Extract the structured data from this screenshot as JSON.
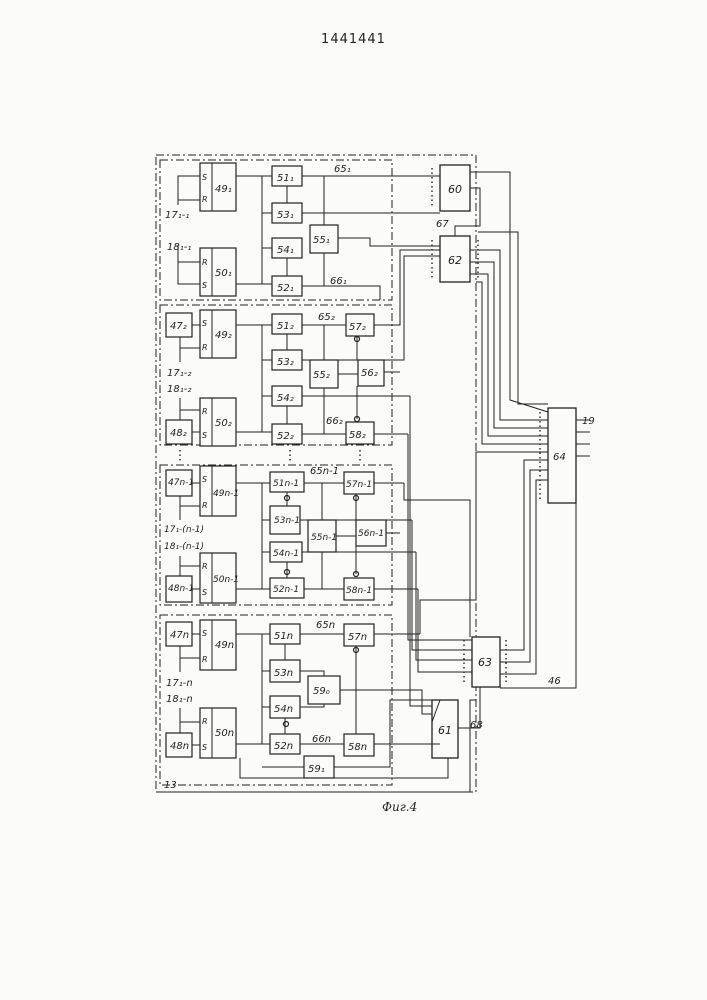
{
  "patent_number": "1441441",
  "figure_caption": "Фиг.4",
  "frame_label": "13",
  "stages": {
    "first": {
      "sync_in": "17₁-₁",
      "reset_in": "18₁-₁",
      "trigger_a": "49₁",
      "trigger_b": "50₁",
      "b51": "51₁",
      "b52": "52₁",
      "b53": "53₁",
      "b54": "54₁",
      "b55": "55₁",
      "line_a": "65₁",
      "line_b": "66₁"
    },
    "second": {
      "sync_in": "17₁-₂",
      "reset_in": "18₁-₂",
      "b47": "47₂",
      "b48": "48₂",
      "trigger_a": "49₂",
      "trigger_b": "50₂",
      "b51": "51₂",
      "b52": "52₂",
      "b53": "53₂",
      "b54": "54₂",
      "b55": "55₂",
      "b56": "56₂",
      "b57": "57₂",
      "b58": "58₂",
      "line_a": "65₂",
      "line_b": "66₂"
    },
    "penultimate": {
      "sync_in": "17₁-(n-1)",
      "reset_in": "18₁-(n-1)",
      "b47": "47n-1",
      "b48": "48n-1",
      "trigger_a": "49n-1",
      "trigger_b": "50n-1",
      "b51": "51n-1",
      "b52": "52n-1",
      "b53": "53n-1",
      "b54": "54n-1",
      "b55": "55n-1",
      "b56": "56n-1",
      "b57": "57n-1",
      "b58": "58n-1",
      "line_a": "65n-1"
    },
    "last": {
      "sync_in": "17₁-n",
      "reset_in": "18₁-n",
      "b47": "47n",
      "b48": "48n",
      "trigger_a": "49n",
      "trigger_b": "50n",
      "b51": "51n",
      "b52": "52n",
      "b53": "53n",
      "b54": "54n",
      "b57": "57n",
      "b58": "58n",
      "b59a": "59₀",
      "b59b": "59₁",
      "line_a": "65n",
      "line_b": "66n"
    }
  },
  "right_blocks": {
    "b60": "60",
    "b61": "61",
    "b62": "62",
    "b63": "63",
    "b64": "64",
    "line67": "67",
    "line68": "68",
    "line46": "46",
    "out19": "19"
  },
  "pin_labels": {
    "s": "S",
    "r": "R"
  }
}
